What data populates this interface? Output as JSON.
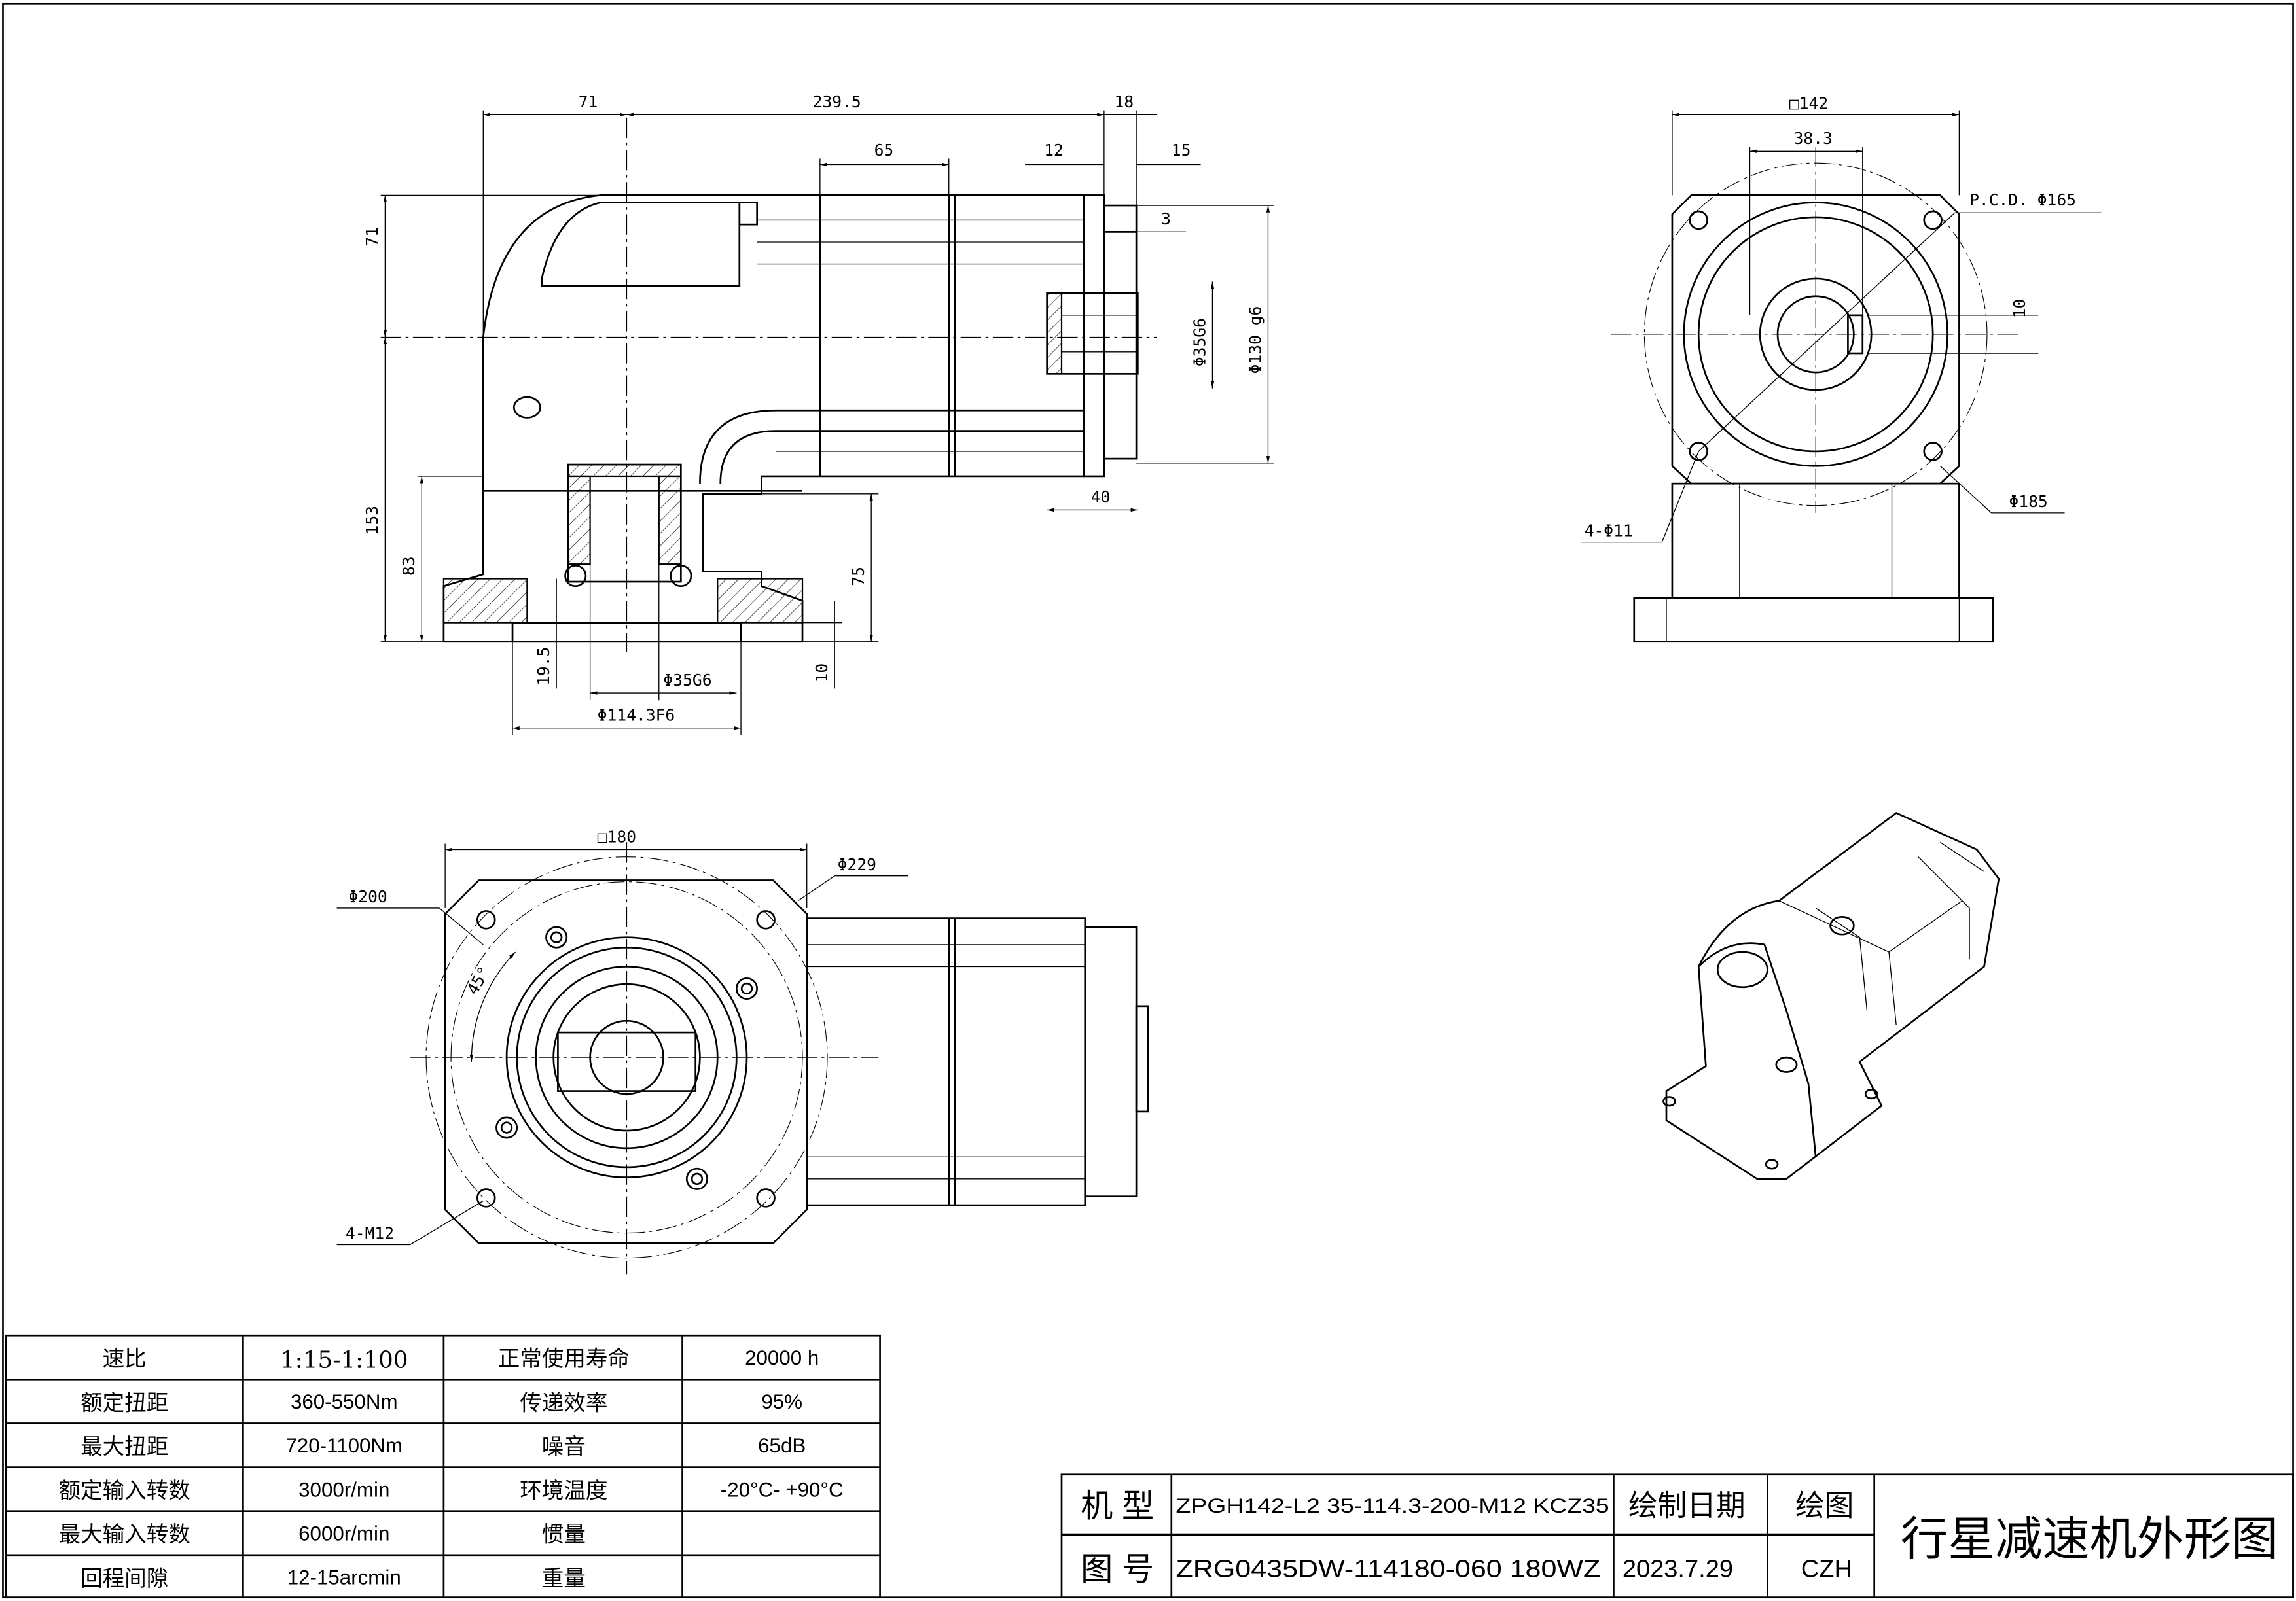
{
  "side_view": {
    "dims": [
      "71",
      "239.5",
      "18",
      "65",
      "12",
      "15",
      "3",
      "Φ35G6",
      "Φ130 g6",
      "40",
      "71",
      "153",
      "83",
      "75",
      "19.5",
      "10",
      "Φ35G6",
      "Φ114.3F6"
    ]
  },
  "end_view": {
    "dims": [
      "□142",
      "38.3",
      "P.C.D. Φ165",
      "10",
      "4-Φ11",
      "Φ185"
    ]
  },
  "flange_view": {
    "dims": [
      "□180",
      "Φ229",
      "Φ200",
      "45°",
      "4-M12"
    ]
  },
  "spec_table": {
    "rows": [
      {
        "label1": "速比",
        "value1": "1:15-1:100",
        "label2": "正常使用寿命",
        "value2": "20000 h"
      },
      {
        "label1": "额定扭距",
        "value1": "360-550Nm",
        "label2": "传递效率",
        "value2": "95%"
      },
      {
        "label1": "最大扭距",
        "value1": "720-1100Nm",
        "label2": "噪音",
        "value2": "65dB"
      },
      {
        "label1": "额定输入转数",
        "value1": "3000r/min",
        "label2": "环境温度",
        "value2": "-20°C- +90°C"
      },
      {
        "label1": "最大输入转数",
        "value1": "6000r/min",
        "label2": "惯量",
        "value2": ""
      },
      {
        "label1": "回程间隙",
        "value1": "12-15arcmin",
        "label2": "重量",
        "value2": ""
      }
    ]
  },
  "title_block": {
    "model_label": "机 型",
    "model_value": "ZPGH142-L2 35-114.3-200-M12 KCZ35",
    "drawing_no_label": "图 号",
    "drawing_no_value": "ZRG0435DW-114180-060 180WZ",
    "date_label": "绘制日期",
    "date_value": "2023.7.29",
    "drawer_label": "绘图",
    "drawer_value": "CZH",
    "title": "行星减速机外形图"
  }
}
